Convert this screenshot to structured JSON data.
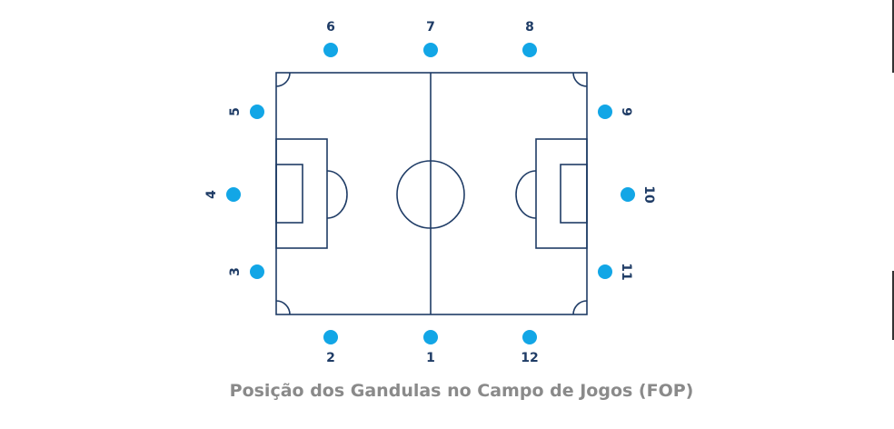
{
  "caption": "Posição dos Gandulas no Campo de Jogos (FOP)",
  "colors": {
    "field_line": "#1f3c66",
    "marker": "#12a6e6",
    "label": "#1f3c66",
    "caption": "#8a8a8a"
  },
  "positions": [
    "1",
    "2",
    "3",
    "4",
    "5",
    "6",
    "7",
    "8",
    "9",
    "10",
    "11",
    "12"
  ]
}
